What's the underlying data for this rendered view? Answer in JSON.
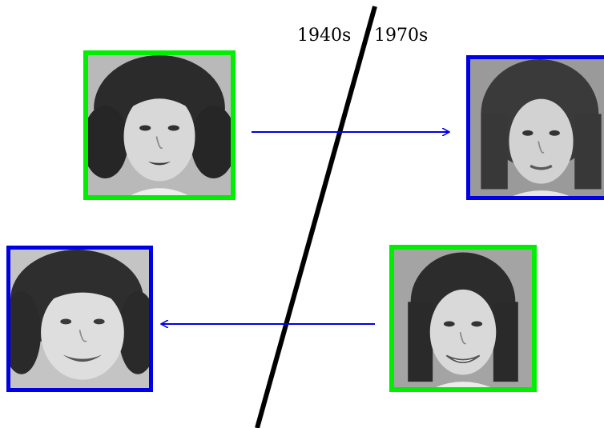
{
  "divider": {
    "left_label": "1940s",
    "right_label": "1970s"
  },
  "colors": {
    "source_frame": "#00ee00",
    "target_frame": "#0000e6",
    "arrow": "#0000e6",
    "divider": "#000000"
  },
  "portraits": [
    {
      "id": "top-left-1940s-input",
      "era": "1940s",
      "role": "input",
      "frame": "green"
    },
    {
      "id": "top-right-1970s-output",
      "era": "1970s",
      "role": "output",
      "frame": "blue"
    },
    {
      "id": "bottom-left-1940s-output",
      "era": "1940s",
      "role": "output",
      "frame": "blue"
    },
    {
      "id": "bottom-right-1970s-input",
      "era": "1970s",
      "role": "input",
      "frame": "green"
    }
  ],
  "arrows": [
    {
      "from": "top-left-1940s-input",
      "to": "top-right-1970s-output",
      "direction": "right"
    },
    {
      "from": "bottom-right-1970s-input",
      "to": "bottom-left-1940s-output",
      "direction": "left"
    }
  ]
}
